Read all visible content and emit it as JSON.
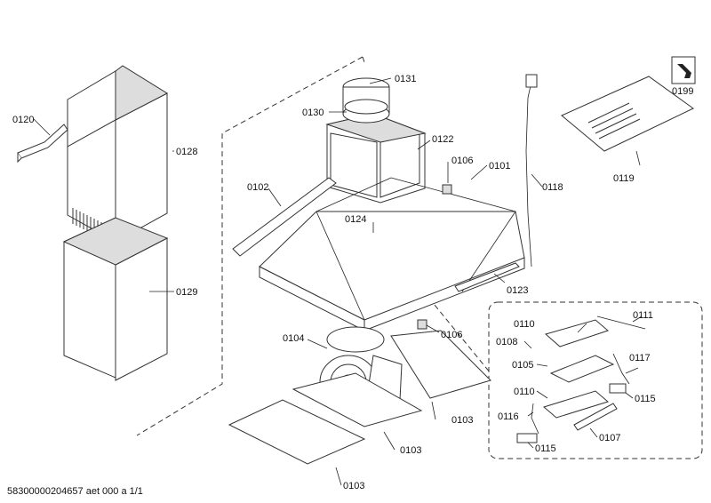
{
  "labels": {
    "l0120": "0120",
    "l0128": "0128",
    "l0129": "0129",
    "l0131": "0131",
    "l0130": "0130",
    "l0122": "0122",
    "l0106a": "0106",
    "l0101": "0101",
    "l0118": "0118",
    "l0102": "0102",
    "l0124": "0124",
    "l0123": "0123",
    "l0106b": "0106",
    "l0104": "0104",
    "l0103a": "0103",
    "l0103b": "0103",
    "l0103c": "0103",
    "l0199": "0199",
    "l0119": "0119",
    "l0110a": "0110",
    "l0111": "0111",
    "l0108": "0108",
    "l0105": "0105",
    "l0117": "0117",
    "l0110b": "0110",
    "l0115a": "0115",
    "l0116": "0116",
    "l0107": "0107",
    "l0115b": "0115"
  },
  "footer": "58300000204657 aet 000 a 1/1"
}
